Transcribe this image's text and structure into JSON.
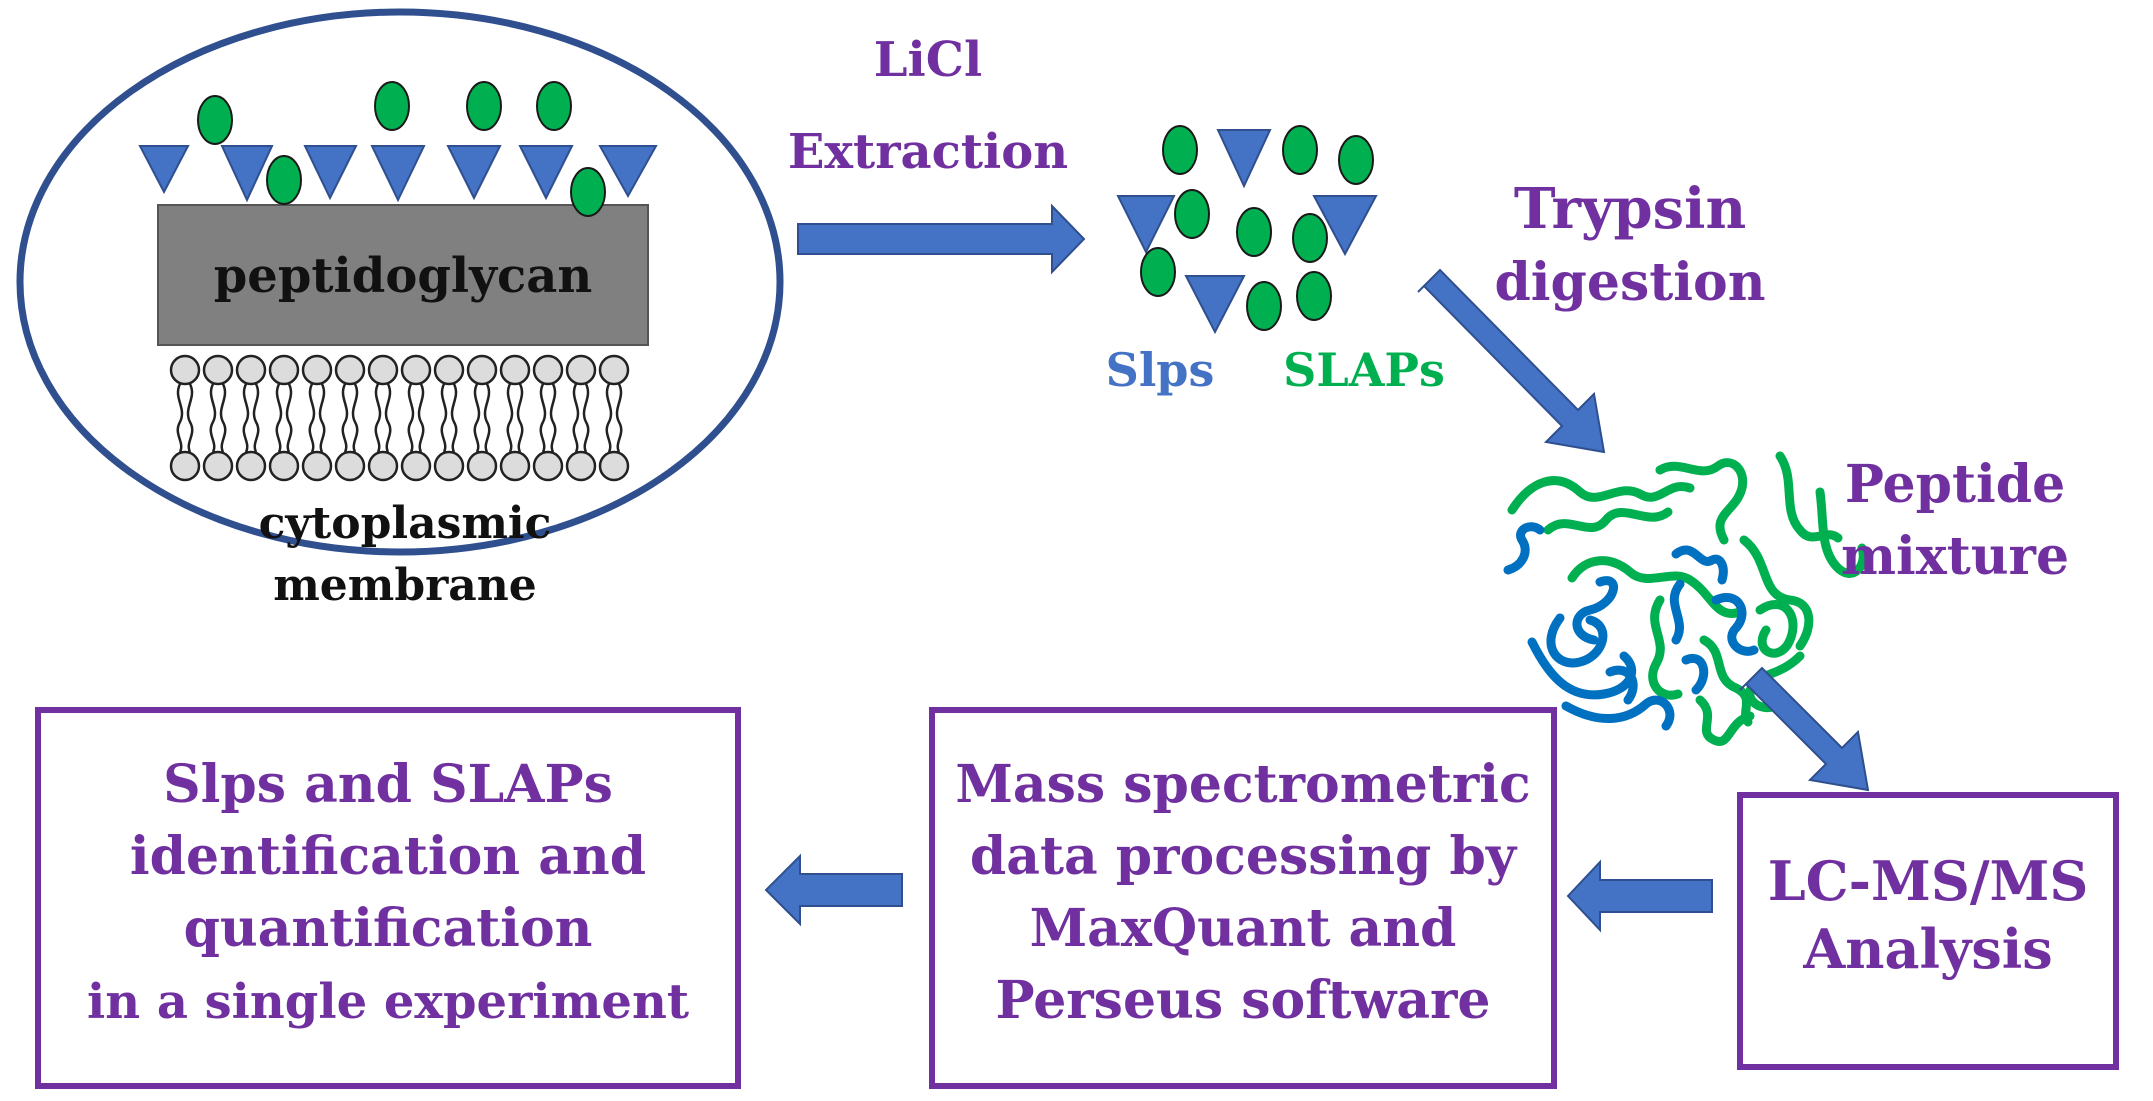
{
  "cell": {
    "layer_label": "peptidoglycan",
    "membrane_label": [
      "cytoplasmic",
      "membrane"
    ]
  },
  "step_extraction": [
    "LiCl",
    "Extraction"
  ],
  "extract_legend": {
    "slps": "Slps",
    "slaps": "SLAPs"
  },
  "step_digestion": [
    "Trypsin",
    "digestion"
  ],
  "mixture_label": [
    "Peptide",
    "mixture"
  ],
  "box_lcms": [
    "LC-MS/MS",
    "Analysis"
  ],
  "box_processing": [
    "Mass spectrometric",
    "data processing by",
    "MaxQuant and",
    "Perseus software"
  ],
  "box_result": [
    "Slps and SLAPs",
    "identification and",
    "quantification",
    "in a single experiment"
  ],
  "colors": {
    "slp_blue": "#4472C4",
    "slap_green": "#00B050",
    "label_purple": "#7030A0",
    "cell_outline": "#2F4F8F",
    "peptidoglycan_gray": "#808080",
    "peptide_blue": "#0070C0"
  }
}
